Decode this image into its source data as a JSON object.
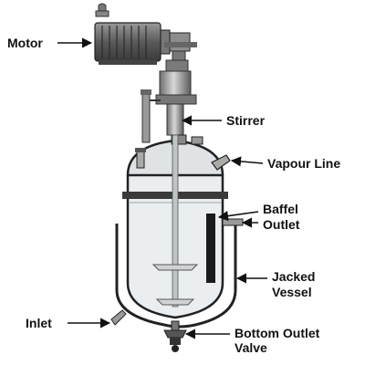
{
  "labels": {
    "motor": "Motor",
    "stirrer": "Stirrer",
    "vapour_line": "Vapour Line",
    "baffel": "Baffel",
    "outlet": "Outlet",
    "jacked": "Jacked",
    "vessel": "Vessel",
    "inlet": "Inlet",
    "bottom_outlet": "Bottom Outlet",
    "valve": "Valve"
  },
  "colors": {
    "ink": "#111111",
    "metal_dark": "#555555",
    "metal_mid": "#8a8a8a",
    "metal_light": "#c9c9c9",
    "vessel_fill": "#e9ecee",
    "baffle": "#1a1a1a"
  }
}
